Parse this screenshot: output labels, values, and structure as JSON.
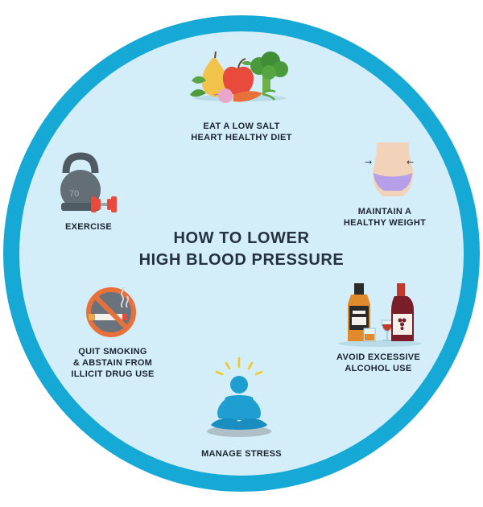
{
  "title": {
    "line1": "HOW TO LOWER",
    "line2": "HIGH BLOOD PRESSURE"
  },
  "tips": {
    "diet": {
      "line1": "EAT A LOW SALT",
      "line2": "HEART HEALTHY DIET"
    },
    "weight": {
      "line1": "MAINTAIN A",
      "line2": "HEALTHY WEIGHT"
    },
    "alcohol": {
      "line1": "AVOID EXCESSIVE",
      "line2": "ALCOHOL USE"
    },
    "stress": {
      "line1": "MANAGE STRESS"
    },
    "smoking": {
      "line1": "QUIT SMOKING",
      "line2": "& ABSTAIN FROM",
      "line3": "ILLICIT DRUG USE"
    },
    "exercise": {
      "line1": "EXERCISE"
    }
  },
  "kettlebell_weight": "70",
  "colors": {
    "ring": "#16a9d6",
    "disc": "#d3eef8",
    "text": "#1b2430",
    "accent_red": "#e84a3b",
    "accent_orange": "#e8703b",
    "stress_blue": "#1f9ed2",
    "sun_yellow": "#f2c81a",
    "weight_purple": "#b79ee8"
  },
  "icons": [
    "fruit-vegetables-icon",
    "waist-icon",
    "bottles-icon",
    "meditation-icon",
    "no-smoking-icon",
    "kettlebell-icon"
  ]
}
